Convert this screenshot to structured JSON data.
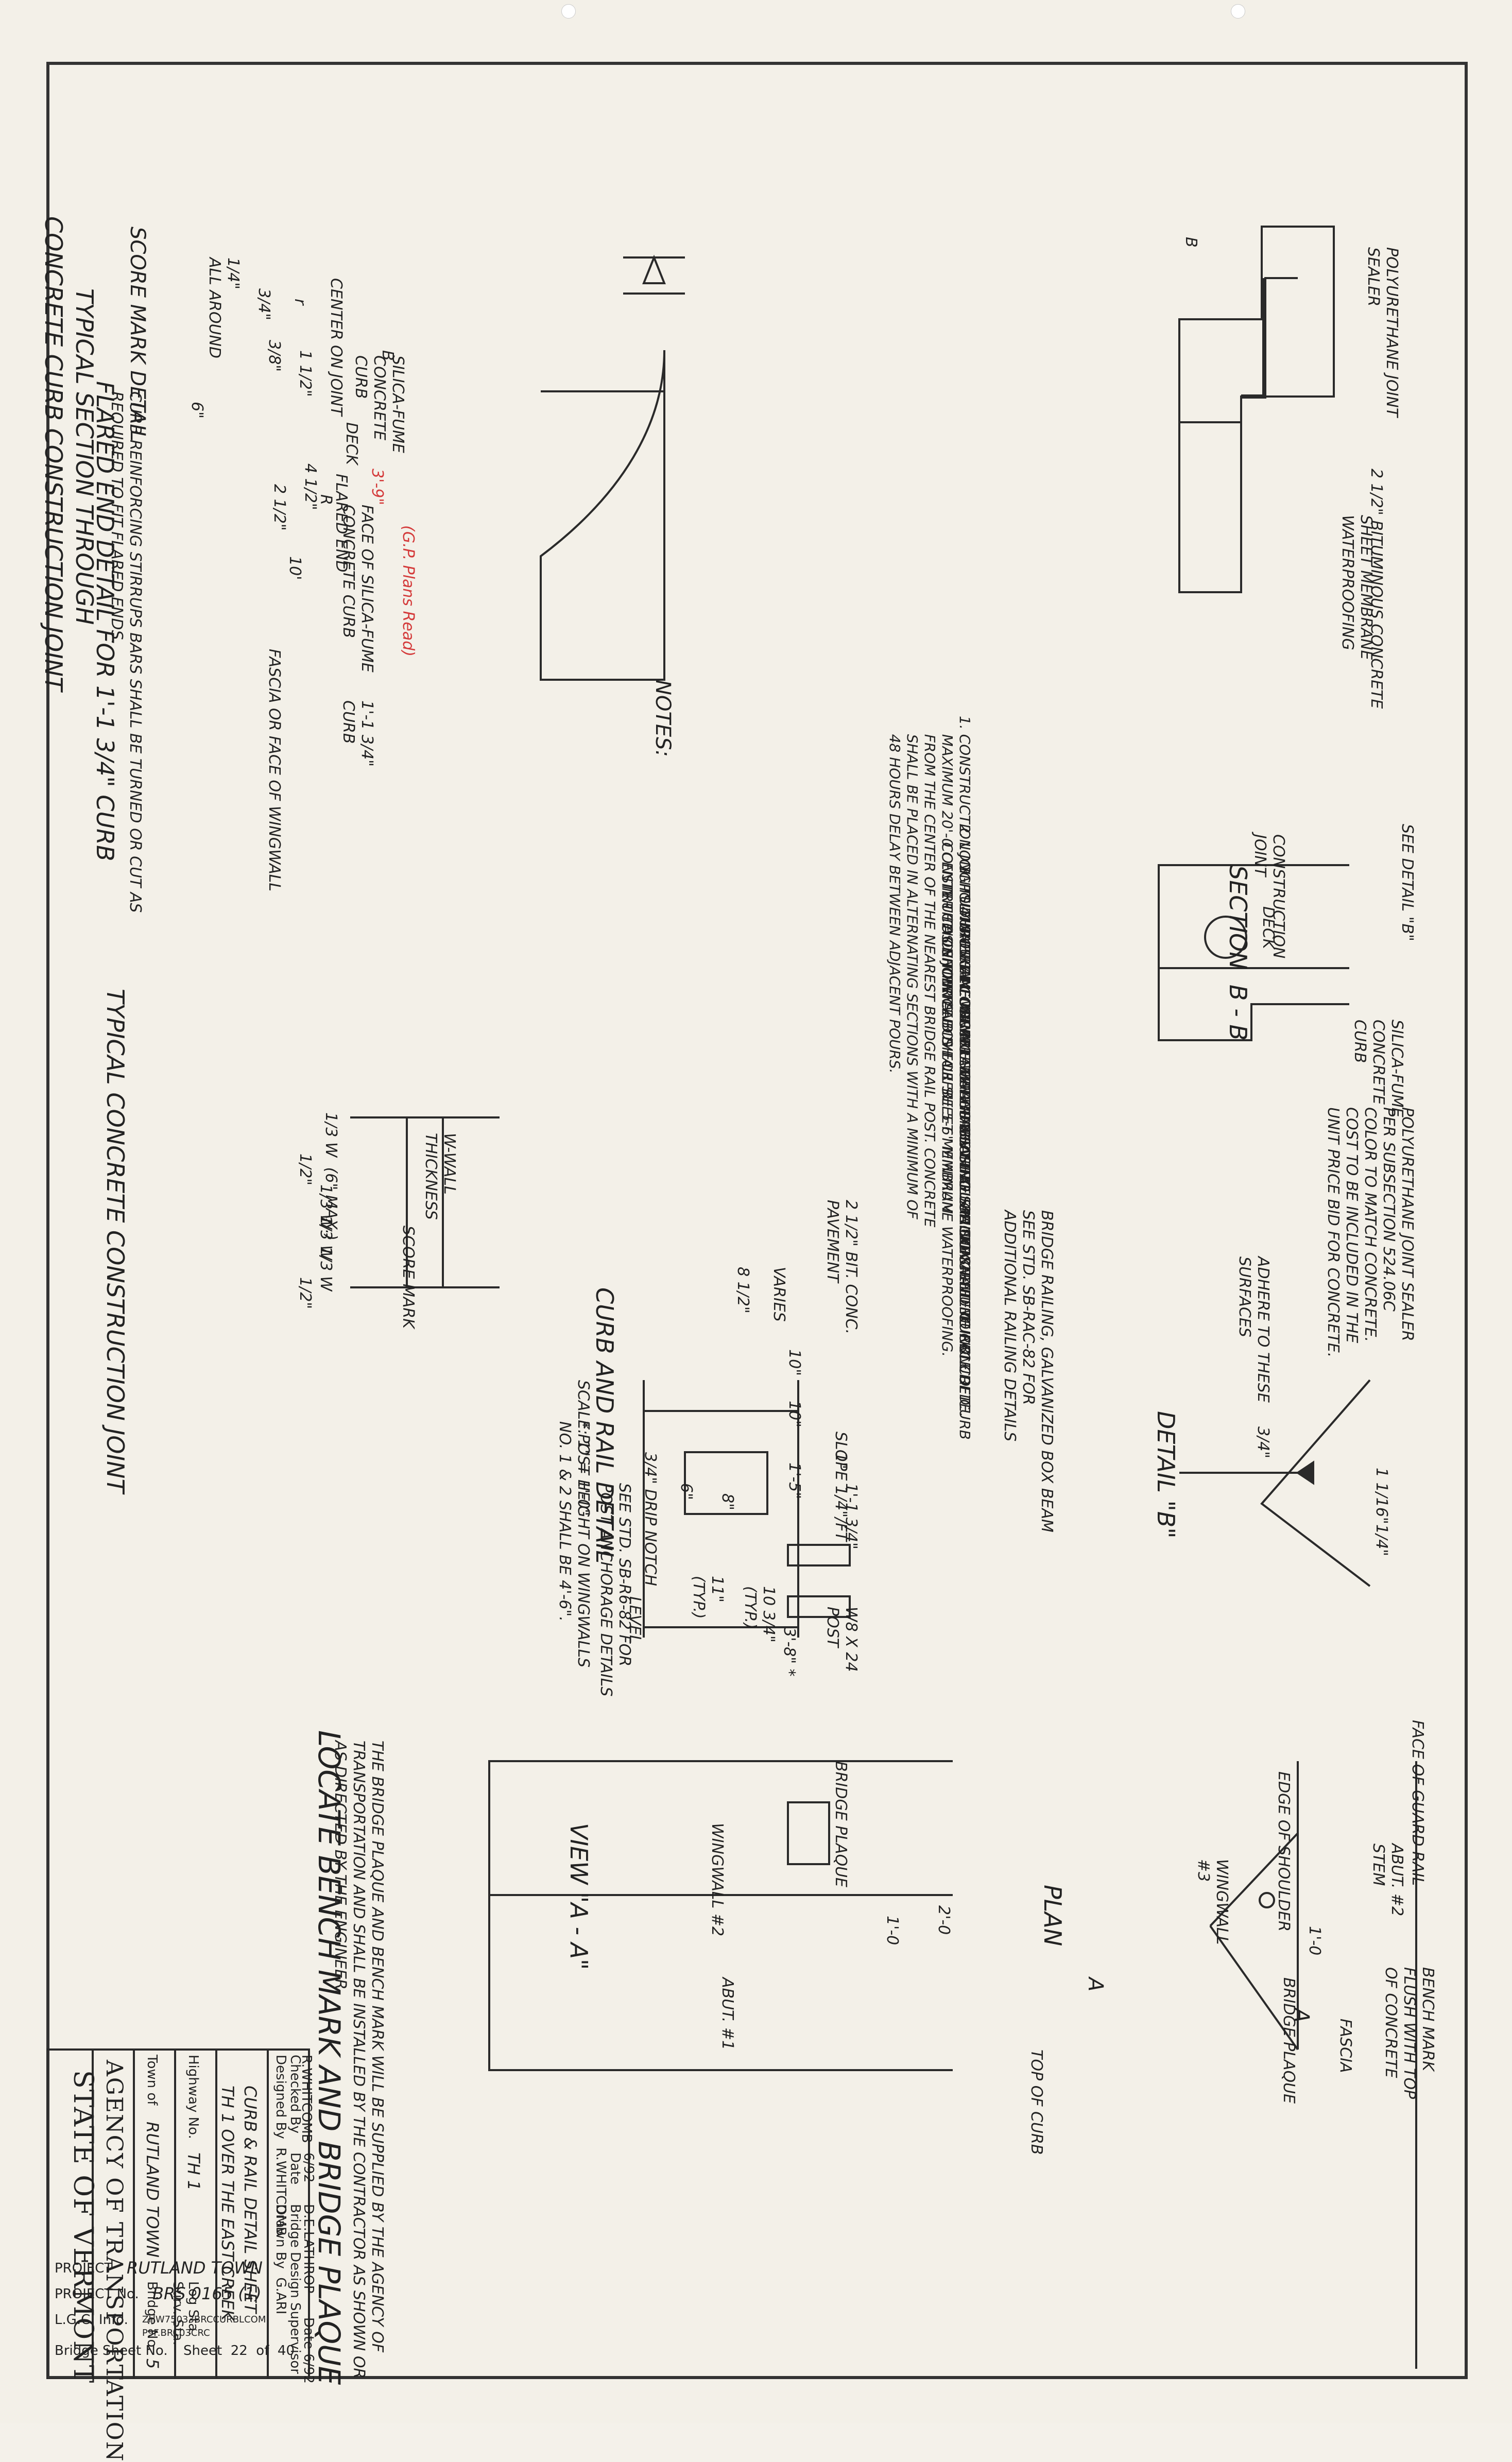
{
  "typical_section": {
    "title_line1": "TYPICAL SECTION THROUGH",
    "title_line2": "CONCRETE CURB CONSTRUCTION JOINT",
    "labels": {
      "joint_sealer": "POLYURETHANE JOINT\nSEALER",
      "dim_3_8": "3/8\"",
      "all_around": "1/4\"\nALL AROUND",
      "silica_curb": "SILICA-FUME\nCONCRETE\nCURB",
      "deck": "DECK",
      "bituminous": "2 1/2\" BITUMINOUS CONCRETE",
      "membrane": "SHEET MEMBRANE\nWATERPROOFING",
      "cut_b_top": "B",
      "cut_b_bottom": "B"
    }
  },
  "score_mark": {
    "title": "SCORE MARK DETAIL",
    "center_on_joint": "CENTER ON JOINT",
    "dim_1_1_2": "1 1/2\"",
    "dim_3_4": "3/4\"",
    "dim_r": "r"
  },
  "flared_end": {
    "title": "FLARED END DETAIL FOR 1'-1 3/4\" CURB",
    "subtitle": "CURB REINFORCING STIRRUPS BARS SHALL BE TURNED OR CUT AS\nREQUIRED TO FIT FLARED ENDS.",
    "face_silica": "FACE OF SILICA-FUME\nCONCRETE CURB",
    "flared_end": "FLARED END",
    "fascia": "FASCIA OR FACE OF WINGWALL",
    "curb_dim": "1'-1 3/4\"\nCURB",
    "dim_3_9": "3'-9\"",
    "red_note": "(G.P. Plans Read)",
    "dim_6": "6\"",
    "dim_4_1_2": "4 1/2\"",
    "dim_2": "2 1/2\"",
    "dim_r": "R",
    "dim_10": "10'"
  },
  "notes": {
    "heading": "NOTES:",
    "items": [
      "1. CONSTRUCTION JOINTS THROUGH CONCRETE CURBS SHALL BE SPACED\n    MAXIMUM 20'-0 CENTER TO CENTER AND SHALL BE 5-6\" MINIMUM\n    FROM THE CENTER OF THE NEAREST BRIDGE RAIL POST. CONCRETE\n    SHALL BE PLACED IN ALTERNATING SECTIONS WITH A MINIMUM OF\n    48 HOURS DELAY BETWEEN ADJACENT POURS.",
      "2. LONGITUDINAL REINFORCING SHALL PASS THROUGH CONCRETE CURB\n    CONSTRUCTION JOINTS.",
      "3. POLYURETHANE MEMBRANE AND BLAST CLEANING SHALL BE INCLUDED\n    IN THE UNIT PRICE BID FOR SHEET MEMBRANE WATERPROOFING.",
      "4. SHEET MEMBRANE WATERPROOFING SHALL EXTEND TO FACE OF CURB\n    AS SHOWN ABOVE LEFT.",
      "5. ALL CONCRETE IN CURBS SHALL BE SILICA - FUME CONCRETE."
    ]
  },
  "section_bb": {
    "title": "SECTION  B - B",
    "see_detail": "SEE DETAIL \"B\"",
    "construction_joint": "CONSTRUCTION\nJOINT",
    "deck": "DECK",
    "silica_curb": "SILICA-FUME\nCONCRETE\nCURB"
  },
  "typical_joint": {
    "title": "TYPICAL CONCRETE CONSTRUCTION JOINT",
    "w_wall": "W-WALL\nTHICKNESS",
    "max": "1/3 W  (6\" MAX.)",
    "score_mark": "SCORE MARK",
    "dims": [
      "1/2\"",
      "1/3 W",
      "1/3 W",
      "1/3 W",
      "1/2\""
    ]
  },
  "detail_b": {
    "title": "DETAIL \"B\"",
    "sealer": "POLYURETHANE JOINT SEALER\nPER SUBSECTION 524.06C\nCOLOR TO MATCH CONCRETE.\nCOST TO BE INCLUDED IN THE\nUNIT PRICE BID FOR CONCRETE.",
    "adhere": "ADHERE TO THESE\nSURFACES",
    "dim_3_4": "3/4\"",
    "dim_1_1_16": "1 1/16\"",
    "dim_1_4": "1/4\""
  },
  "curb_rail": {
    "title": "CURB AND RAIL DETAIL",
    "scale": "SCALE: 1\" = 1'-0\"",
    "post_note": "* POST HEIGHT ON WINGWALLS\nNO. 1 & 2 SHALL BE 4'-6\".",
    "bridge_railing": "BRIDGE RAILING, GALVANIZED BOX BEAM\nSEE STD. SB-RAC-82 FOR\nADDITIONAL RAILING DETAILS",
    "pavement": "2 1/2\" BIT. CONC.\nPAVEMENT",
    "varies": "VARIES",
    "dim_8_1_2": "8 1/2\"",
    "dim_10a": "10\"",
    "dim_10b": "10\"",
    "dim_1_5": "1'-5\"",
    "slope": "SLOPE 1/4\"/FT",
    "dim_1": "1\"",
    "dim_1_1_3_4": "1'-1 3/4\"",
    "dim_8": "8\"",
    "dim_6": "6\"",
    "drip": "3/4\" DRIP NOTCH",
    "std": "SEE STD. SB-R6-82 FOR\nPOST ANCHORAGE DETAILS",
    "post": "W8 X 24\nPOST",
    "dim_11": "11\"\n(TYP.)",
    "dim_10_3_4": "10 3/4\"\n(TYP.)",
    "dim_3_8": "3'-8\" *",
    "level": "LEVEL"
  },
  "plan": {
    "title": "PLAN",
    "face_guard": "FACE OF GUARD RAIL",
    "abut2": "ABUT. #2\nSTEM",
    "bench": "BENCH MARK\nFLUSH WITH TOP\nOF CONCRETE",
    "edge_shoulder": "EDGE OF SHOULDER",
    "wingwall": "WINGWALL\n#3",
    "fascia": "FASCIA",
    "dim_1_0": "1'-0",
    "bridge_plaque": "BRIDGE PLAQUE",
    "a1": "A",
    "a2": "A"
  },
  "view_aa": {
    "title": "VIEW \"A - A\"",
    "top_curb": "TOP OF CURB",
    "bridge_plaque": "BRIDGE PLAQUE",
    "dim_2_0": "2'-0",
    "dim_1_0": "1'-0",
    "wingwall": "WINGWALL #2",
    "abut": "ABUT. #1"
  },
  "locate": {
    "title": "LOCATE BENCH MARK AND BRIDGE PLAQUE",
    "note": "THE BRIDGE PLAQUE AND BENCH MARK WILL BE SUPPLIED BY THE AGENCY OF\nTRANSPORTATION AND SHALL BE INSTALLED BY THE CONTRACTOR AS SHOWN OR\nAS DIRECTED BY THE ENGINEER."
  },
  "title_block": {
    "state": "STATE OF VERMONT",
    "agency": "AGENCY OF TRANSPORTATION",
    "town_label": "Town of",
    "town": "RUTLAND TOWN",
    "bridge_no_label": "Bridge No.",
    "bridge_no": "5",
    "highway_label": "Highway No.",
    "highway": "TH 1",
    "log_sta": "Log Sta.",
    "surv_sta": "Surv. Sta.",
    "line1": "TH 1 OVER THE EAST CREEK",
    "line2": "CURB & RAIL DETAIL SHEET",
    "designed": "Designed By  R.WHITCOMB",
    "drawn": "Drawn By  G.ARI",
    "checked": "Checked By",
    "checked_name": "R.WHITCOMB",
    "date_label": "Date",
    "date": "6/92",
    "supervisor": "Bridge Design Supervisor",
    "supervisor_name": "D.E.LATHROP",
    "supervisor_date": "Date 6/92",
    "project_label": "PROJECT",
    "project": "RUTLAND TOWN",
    "project_no_label": "PROJECT No.",
    "project_no": "BRS 0165 (1)",
    "lgc": "L.G.C. Info.",
    "file": "ZHW75033BRCCURBLCOM",
    "file2": "P9F.BRC03CRC",
    "sheet_label": "Bridge Sheet No.",
    "sheet": "Sheet  22  of  40"
  }
}
